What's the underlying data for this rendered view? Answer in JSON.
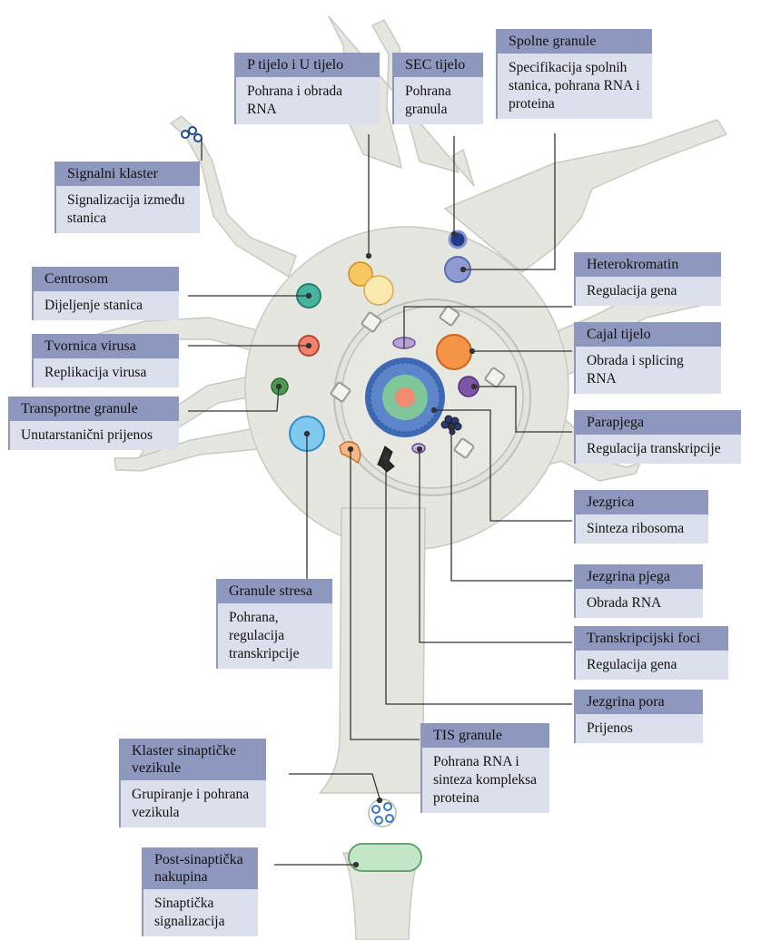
{
  "labels": {
    "p_tijelo": {
      "title": "P tijelo i U tijelo",
      "desc": "Pohrana i obrada RNA"
    },
    "sec_tijelo": {
      "title": "SEC tijelo",
      "desc": "Pohrana granula"
    },
    "spolne_granule": {
      "title": "Spolne granule",
      "desc": "Specifikacija spolnih stanica, pohrana RNA i proteina"
    },
    "signalni_klaster": {
      "title": "Signalni klaster",
      "desc": "Signalizacija između stanica"
    },
    "centrosom": {
      "title": "Centrosom",
      "desc": "Dijeljenje stanica"
    },
    "tvornica_virusa": {
      "title": "Tvornica virusa",
      "desc": "Replikacija virusa"
    },
    "transportne_granule": {
      "title": "Transportne granule",
      "desc": "Unutarstanični prijenos"
    },
    "heterokromatin": {
      "title": "Heterokromatin",
      "desc": "Regulacija gena"
    },
    "cajal_tijelo": {
      "title": "Cajal tijelo",
      "desc": "Obrada i splicing RNA"
    },
    "parapjega": {
      "title": "Parapjega",
      "desc": "Regulacija transkripcije"
    },
    "jezgrica": {
      "title": "Jezgrica",
      "desc": "Sinteza ribosoma"
    },
    "jezgrina_pjega": {
      "title": "Jezgrina pjega",
      "desc": "Obrada RNA"
    },
    "transkripcijski_foci": {
      "title": "Transkripcijski foci",
      "desc": "Regulacija gena"
    },
    "jezgrina_pora": {
      "title": "Jezgrina pora",
      "desc": "Prijenos"
    },
    "granule_stresa": {
      "title": "Granule stresa",
      "desc": "Pohrana, regulacija transkripcije"
    },
    "tis_granule": {
      "title": "TIS granule",
      "desc": "Pohrana RNA i sinteza kompleksa proteina"
    },
    "klaster_sinapticke": {
      "title": "Klaster sinaptičke vezikule",
      "desc": "Grupiranje i pohrana vezikula"
    },
    "post_sinapticka": {
      "title": "Post-sinaptička nakupina",
      "desc": "Sinaptička signalizacija"
    }
  },
  "colors": {
    "cell": "#e6e6e1",
    "cell_outline": "#c9c9c3",
    "label_header": "#8e98be",
    "label_body": "#dcdfec",
    "connector": "#333333",
    "nucleolus_outer": "#3d68b3",
    "nucleolus_mid": "#7fc79a",
    "nucleolus_core": "#f08a72"
  }
}
